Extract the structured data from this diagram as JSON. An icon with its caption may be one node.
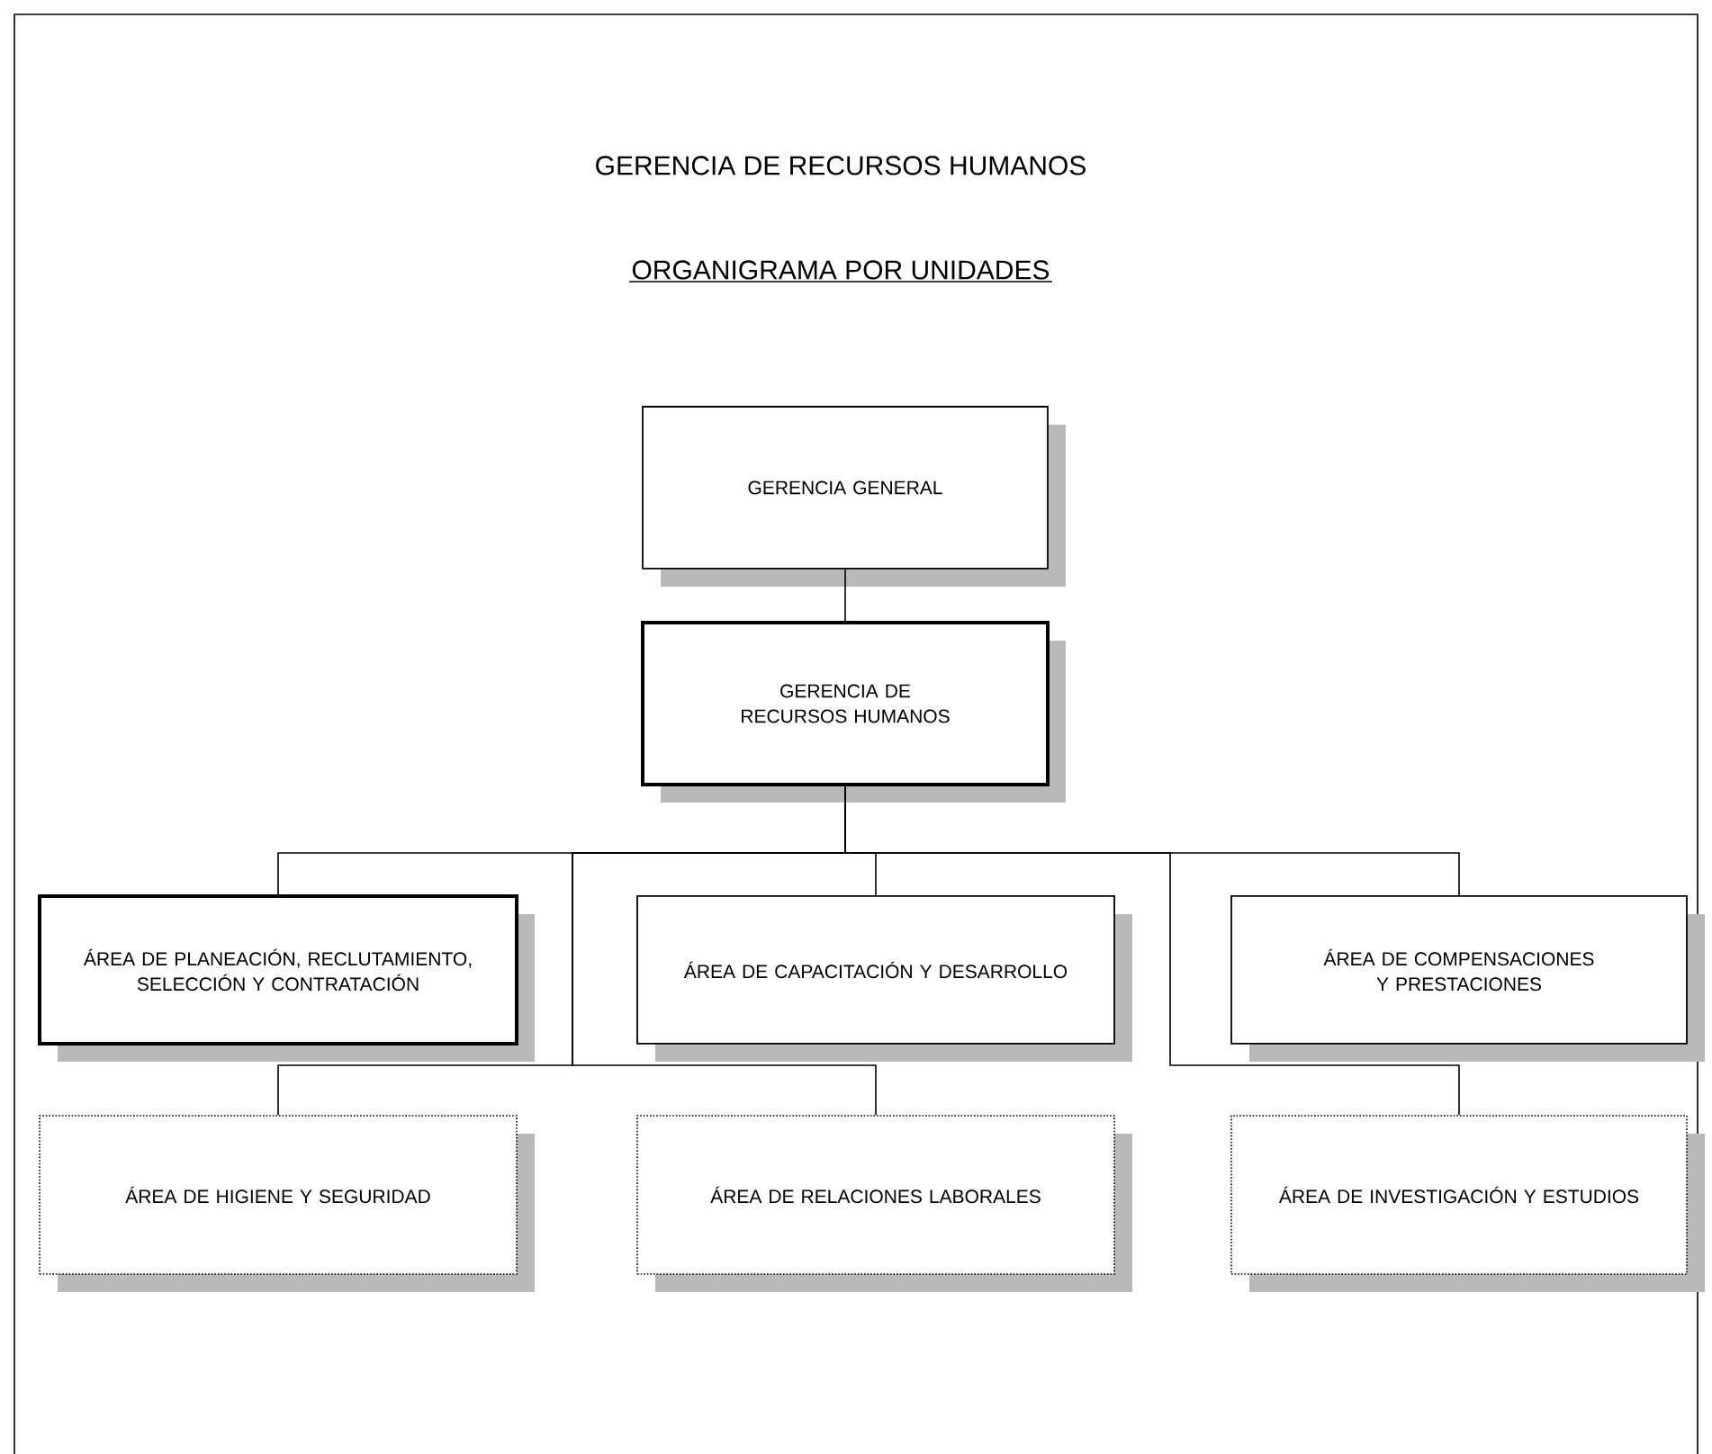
{
  "diagram": {
    "title": "GERENCIA DE RECURSOS HUMANOS",
    "nodes": [
      {
        "text": [
          "GERENCIA GENERAL"
        ]
      },
      {
        "text": [
          "GERENCIA DE RECURSOS HUMANOS"
        ]
      },
      {
        "text": [
          "ÁREA DE PLANEACIÓN, RECLUTAMIENTO, SELECCIÓN Y CONTRATACIÓN"
        ]
      },
      {
        "text": [
          "ÁREA DE CAPACITACIÓN Y DESARROLLO"
        ]
      },
      {
        "text": [
          "ÁREA DE COMPENSACIONES Y PRESTACIONES"
        ]
      },
      {
        "text": [
          "ÁREA DE HIGIENE Y SEGURIDAD"
        ]
      },
      {
        "text": [
          "ÁREA DE RELACIONES LABORALES"
        ]
      },
      {
        "text": [
          "ÁREA DE INVESTIGACIÓN Y ESTUDIOS"
        ]
      }
    ],
    "edges": [
      {
        "from": 0,
        "to": 1,
        "arrow": "none"
      },
      {
        "from": 1,
        "to": 2,
        "arrow": "none"
      },
      {
        "from": 1,
        "to": 3,
        "arrow": "none"
      },
      {
        "from": 1,
        "to": 4,
        "arrow": "none"
      },
      {
        "from": 1,
        "to": 5,
        "arrow": "none"
      },
      {
        "from": 1,
        "to": 6,
        "arrow": "none"
      },
      {
        "from": 1,
        "to": 7,
        "arrow": "none"
      }
    ],
    "labels": [
      "ORGANIGRAMA POR UNIDADES"
    ]
  }
}
